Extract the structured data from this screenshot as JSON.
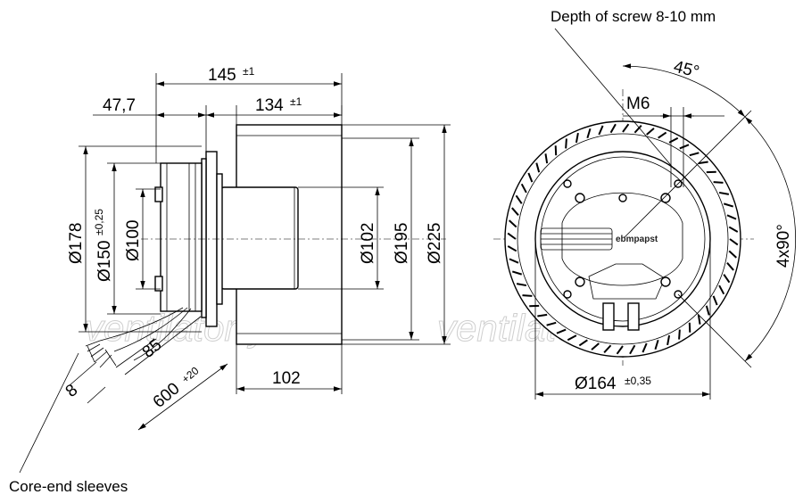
{
  "notes": {
    "depth_of_screw": "Depth of screw 8-10 mm",
    "core_end_sleeves": "Core-end sleeves"
  },
  "dimensions": {
    "d145": "145",
    "d145_tol": "±1",
    "d134": "134",
    "d134_tol": "±1",
    "d47_7": "47,7",
    "d178": "Ø178",
    "d150": "Ø150",
    "d150_tol": "±0,25",
    "d100": "Ø100",
    "d102": "Ø102",
    "d195": "Ø195",
    "d225": "Ø225",
    "d102_len": "102",
    "d85": "85",
    "d8": "8",
    "d600": "600",
    "d600_tol": "+20",
    "m6": "M6",
    "angle45": "45°",
    "angle4x90": "4x90°",
    "d164": "Ø164",
    "d164_tol": "±0,35"
  },
  "labels": {
    "brand": "ebmpapst"
  },
  "watermark": "ventilatorry.ru"
}
